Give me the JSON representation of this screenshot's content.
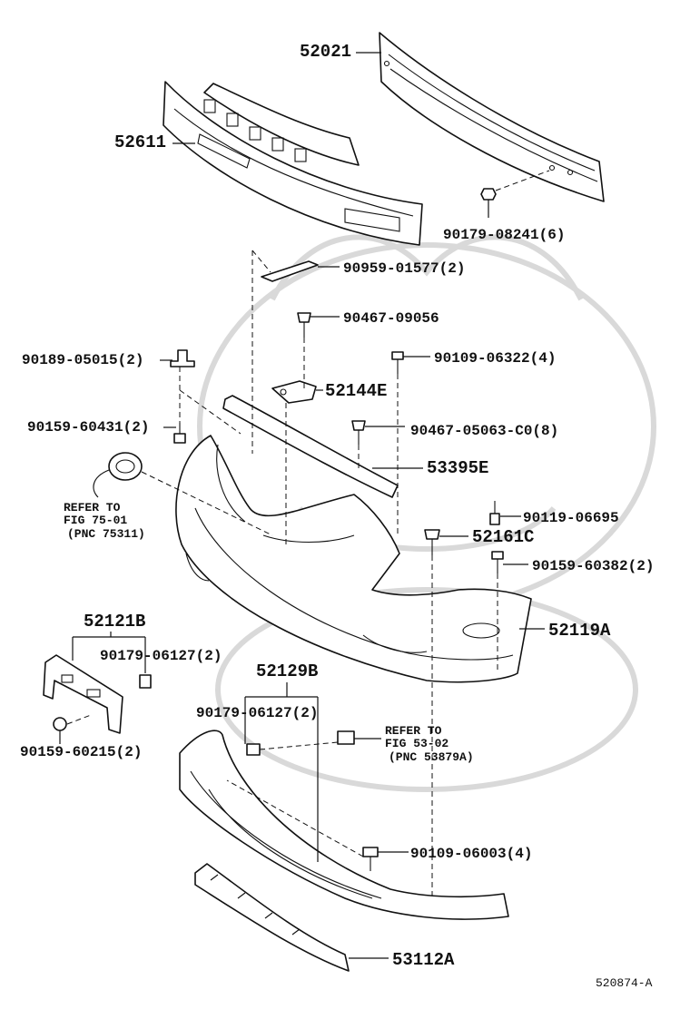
{
  "labels": {
    "p52021": "52021",
    "p52611": "52611",
    "p90179_08241": "90179-08241(6)",
    "p90959_01577": "90959-01577(2)",
    "p90467_09056": "90467-09056",
    "p90189_05015": "90189-05015(2)",
    "p90109_06322": "90109-06322(4)",
    "p52144e": "52144E",
    "p90159_60431": "90159-60431(2)",
    "p90467_05063": "90467-05063-C0(8)",
    "p53395e": "53395E",
    "p90119_06695": "90119-06695",
    "p52161c": "52161C",
    "p90159_60382": "90159-60382(2)",
    "p52119a": "52119A",
    "p52121b": "52121B",
    "p90179_06127_a": "90179-06127(2)",
    "p52129b": "52129B",
    "p90179_06127_b": "90179-06127(2)",
    "p90159_60215": "90159-60215(2)",
    "p90109_06003": "90109-06003(4)",
    "p53112a": "53112A"
  },
  "refer_notes": {
    "note1": {
      "line1": "REFER TO",
      "line2": "FIG 75-01",
      "line3": "(PNC 75311)"
    },
    "note2": {
      "line1": "REFER TO",
      "line2": "FIG 53-02",
      "line3": "(PNC 53879A)"
    }
  },
  "figure_id": "520874-A"
}
